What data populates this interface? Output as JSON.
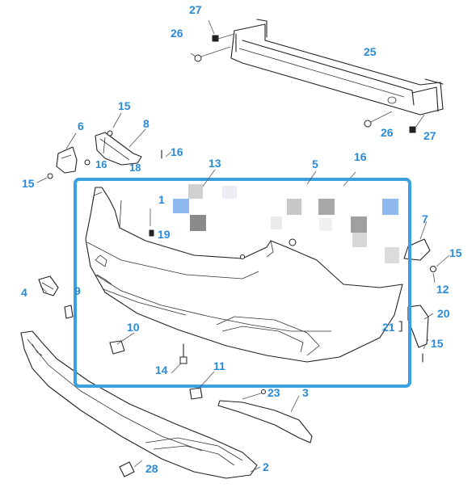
{
  "callouts": {
    "c1": "1",
    "c2": "2",
    "c3": "3",
    "c4": "4",
    "c5": "5",
    "c6": "6",
    "c7": "7",
    "c8": "8",
    "c9": "9",
    "c10": "10",
    "c11": "11",
    "c12": "12",
    "c13": "13",
    "c14": "14",
    "c15a": "15",
    "c15b": "15",
    "c15c": "15",
    "c15d": "15",
    "c16a": "16",
    "c16b": "16",
    "c16c": "16",
    "c18": "18",
    "c19": "19",
    "c20": "20",
    "c21": "21",
    "c23": "23",
    "c25": "25",
    "c26a": "26",
    "c26b": "26",
    "c27a": "27",
    "c27b": "27",
    "c28": "28"
  },
  "colors": {
    "callout": "#2a8ad6",
    "highlight_box": "#3aa0e0",
    "line_art": "#222222"
  }
}
